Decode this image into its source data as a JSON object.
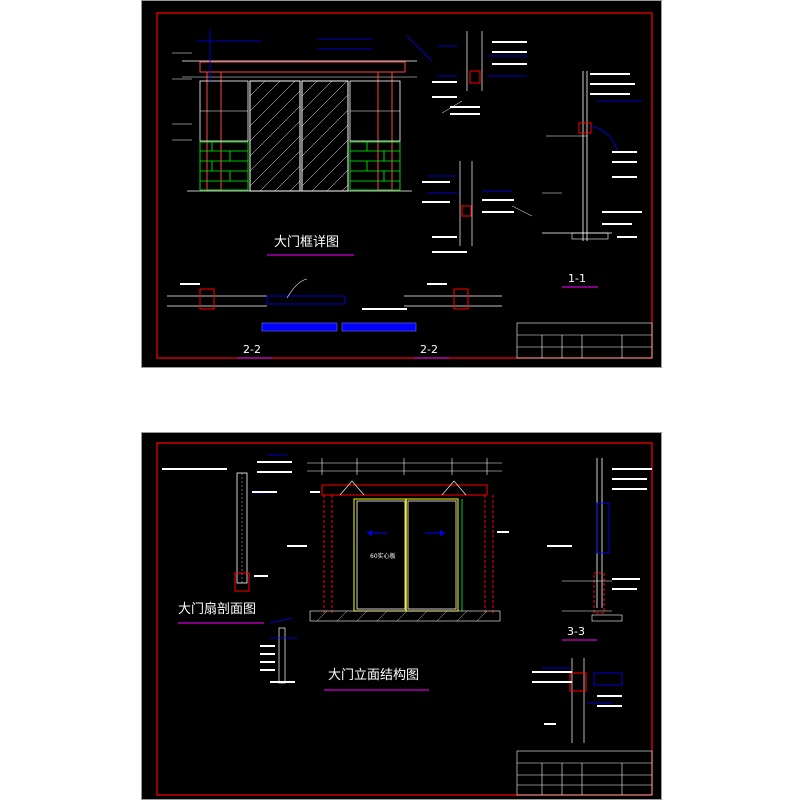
{
  "top_sheet": {
    "title_gate_frame": "大门框详图",
    "section_1": "1-1",
    "section_2_left": "2-2",
    "section_2_right": "2-2"
  },
  "bottom_sheet": {
    "title_leaf_section": "大门扇剖面图",
    "title_elevation": "大门立面结构图",
    "section_3": "3-3",
    "elev_center_note": "60实心板"
  },
  "colors": {
    "background": "#000000",
    "frame_red": "#ff0000",
    "title_white": "#ffffff",
    "underline_magenta": "#ff00ff",
    "green": "#00ff00",
    "yellow": "#ffff00",
    "blue": "#0000ff",
    "cyan": "#00ffff"
  }
}
